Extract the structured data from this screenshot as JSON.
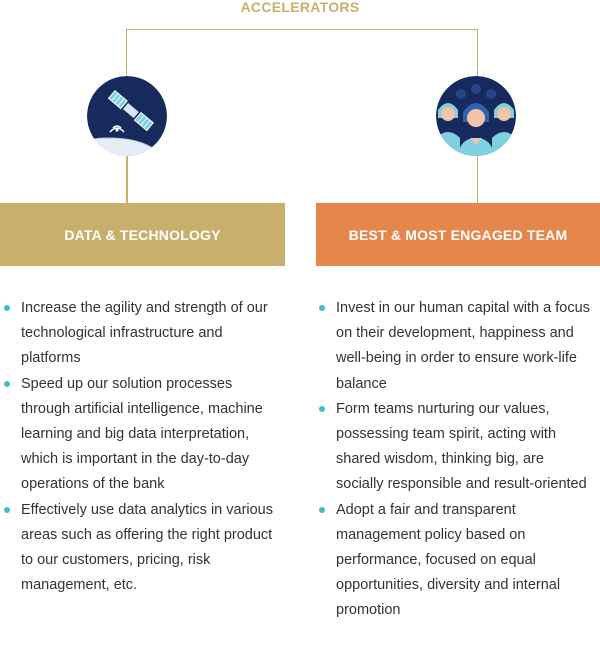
{
  "title": "ACCELERATORS",
  "colors": {
    "gold": "#c8b06c",
    "orange": "#e5864d",
    "bullet": "#3cc0c8",
    "icon_dark": "#162a5e",
    "text": "#333333"
  },
  "left": {
    "heading": "DATA & TECHNOLOGY",
    "icon": "satellite-icon",
    "items": [
      "Increase the agility and strength of our technological infrastructure and platforms",
      "Speed up our solution processes through artificial intelligence, machine learning and big data interpretation, which is important in the day-to-day operations of the bank",
      "Effectively use data analytics in various areas such as offering the right product to our customers, pricing, risk management, etc."
    ]
  },
  "right": {
    "heading": "BEST & MOST ENGAGED TEAM",
    "icon": "team-people-icon",
    "items": [
      "Invest in our human capital with a focus on their development, happiness and well-being in order to ensure work-life balance",
      "Form teams nurturing our values, possessing team spirit, acting with shared wisdom, thinking big, are socially responsible and result-oriented",
      "Adopt a fair and transparent management policy based on performance, focused on equal opportunities, diversity and internal promotion"
    ]
  }
}
